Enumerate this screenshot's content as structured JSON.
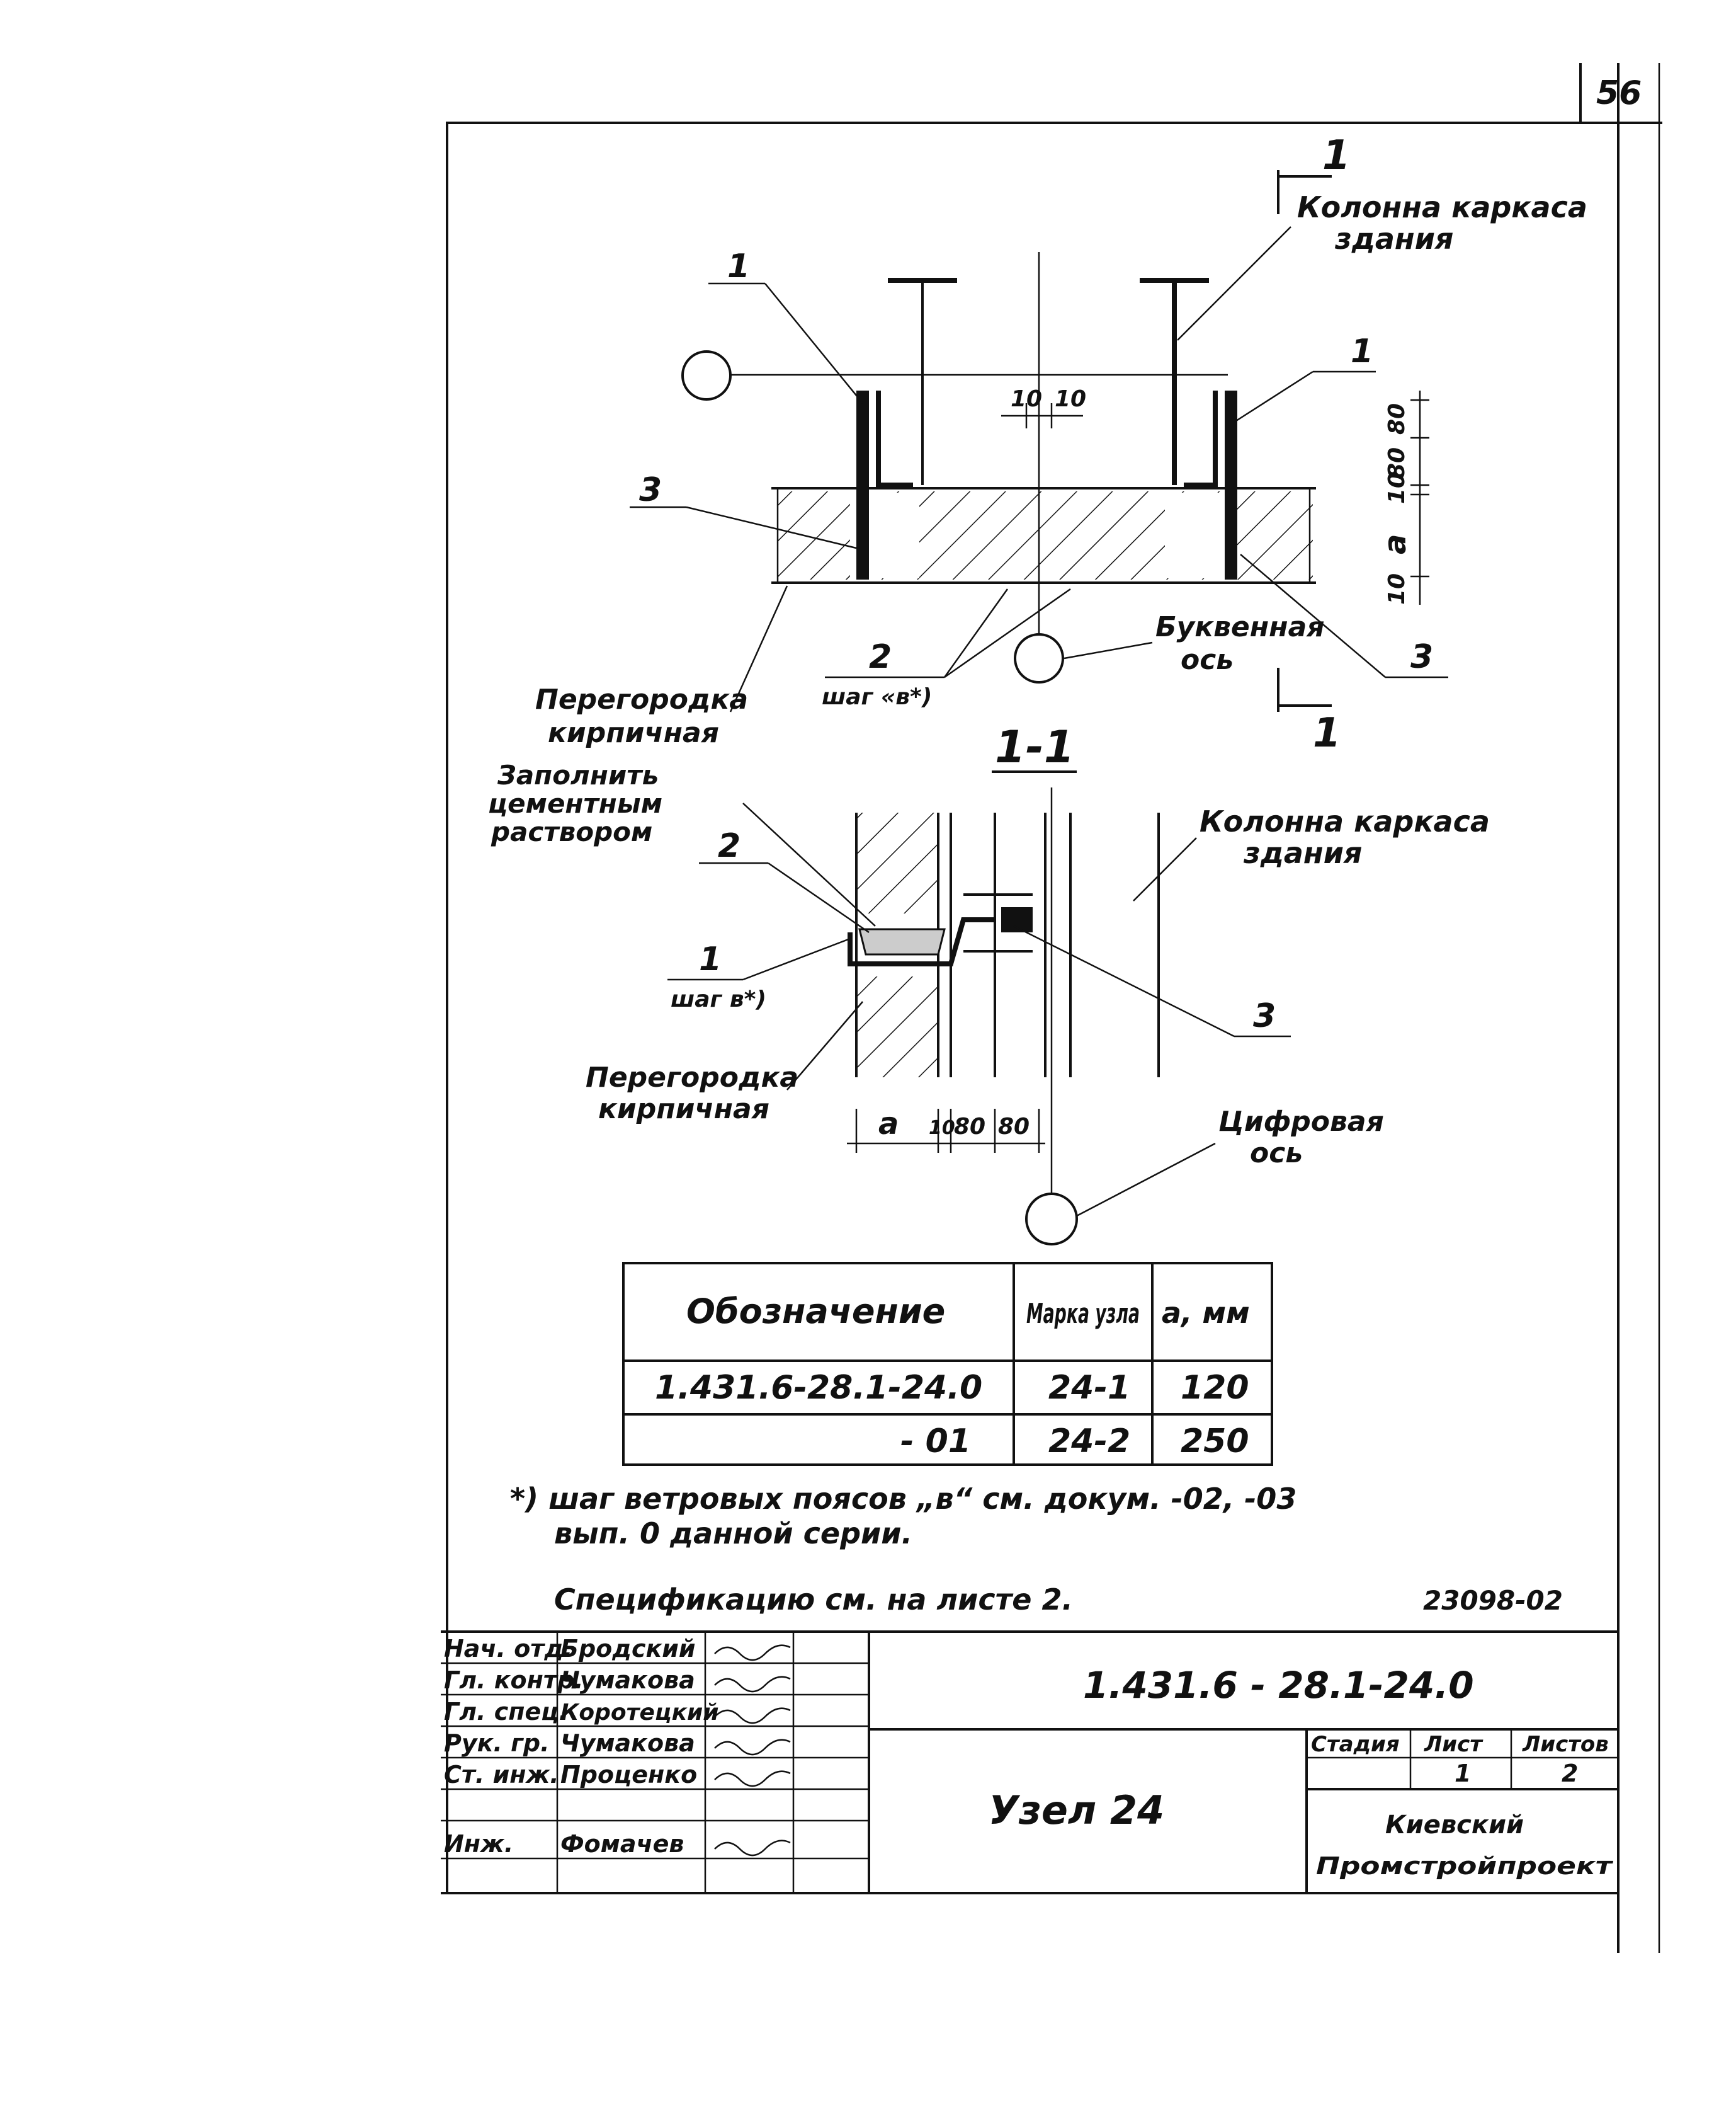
{
  "sheet_number": "56",
  "plan": {
    "section_mark": "1",
    "column_label": [
      "Колонна каркаса",
      "здания"
    ],
    "callout_1_left": "1",
    "callout_1_right": "1",
    "callout_3_left": "3",
    "callout_3_right": "3",
    "callout_2": "2",
    "step_label": "шаг «в*)",
    "letter_axis": [
      "Буквенная",
      "ось"
    ],
    "partition": [
      "Перегородка",
      "кирпичная"
    ],
    "dims": {
      "top_left": "10",
      "top_right": "10",
      "right_80a": "80",
      "right_80b": "80",
      "right_10top": "10",
      "right_a": "a",
      "right_10bot": "10"
    }
  },
  "section": {
    "title": "1-1",
    "fill_note": [
      "Заполнить",
      "цементным",
      "раствором"
    ],
    "callout_2": "2",
    "callout_1": "1",
    "step_label": "шаг в*)",
    "column_label": [
      "Колонна каркаса",
      "здания"
    ],
    "callout_3": "3",
    "partition": [
      "Перегородка",
      "кирпичная"
    ],
    "digit_axis": [
      "Цифровая",
      "ось"
    ],
    "dims": {
      "a": "a",
      "d10": "10",
      "d80a": "80",
      "d80b": "80"
    }
  },
  "table": {
    "headers": [
      "Обозначение",
      "Марка узла",
      "a, мм"
    ],
    "rows": [
      [
        "1.431.6-28.1-24.0",
        "24-1",
        "120"
      ],
      [
        "- 01",
        "24-2",
        "250"
      ]
    ]
  },
  "footnote": [
    "*) шаг ветровых поясов „в“ см. докум. -02, -03",
    "вып. 0 данной серии."
  ],
  "spec_note": "Спецификацию см. на листе 2.",
  "archive_number": "23098-02",
  "title_block": {
    "roles": [
      "Нач. отд.",
      "Гл. контр.",
      "Гл. спец.",
      "Рук. гр.",
      "Ст. инж.",
      "Инж."
    ],
    "names": [
      "Бродский",
      "Чумакова",
      "Коротецкий",
      "Чумакова",
      "Проценко",
      "Фомачев"
    ],
    "designation": "1.431.6 - 28.1-24.0",
    "node_title": "Узел 24",
    "col_stage": "Стадия",
    "col_sheet": "Лист",
    "col_sheets": "Листов",
    "sheet": "1",
    "sheets": "2",
    "org": [
      "Киевский",
      "Промстройпроект"
    ]
  }
}
